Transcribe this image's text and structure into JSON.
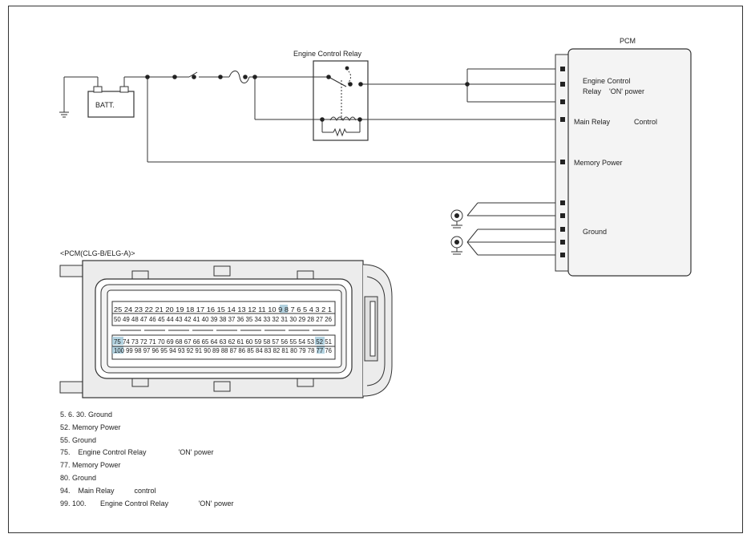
{
  "pcm_title": "PCM",
  "relay_title": "Engine Control Relay",
  "battery_label": "BATT.",
  "pins": {
    "ecr_line1": "Engine Control",
    "ecr_line2": "Relay    'ON' power",
    "main_relay": "Main Relay            Control",
    "memory_power": "Memory Power",
    "ground": "Ground"
  },
  "connector": {
    "title": "<PCM(CLG-B/ELG-A)>",
    "row1": "25 24 23 22 21 20 19 18 17 16 15 14 13 12 11 10 9 8 7 6 5 4 3 2 1",
    "row2": "50 49 48 47 46 45 44 43 42 41 40 39 38 37 36 35 34 33 32 31 30 29 28 27 26",
    "row3": "75 74 73 72 71 70 69 68 67 66 65 64 63 62 61 60 59 58 57 56 55 54 53 52 51",
    "row4": "100 99 98 97 96 95 94 93 92 91 90 89 88 87 86 85 84 83 82 81 80 79 78 77 76"
  },
  "legend": [
    "5. 6. 30. Ground",
    "52. Memory Power",
    "55. Ground",
    "75.    Engine Control Relay                'ON' power",
    "77. Memory Power",
    "80. Ground",
    "94.    Main Relay          control",
    "99. 100.       Engine Control Relay               'ON' power"
  ],
  "colors": {
    "line": "#333333",
    "pcm_fill": "#f4f4f4",
    "pin_highlight": "#9fc7d8"
  }
}
